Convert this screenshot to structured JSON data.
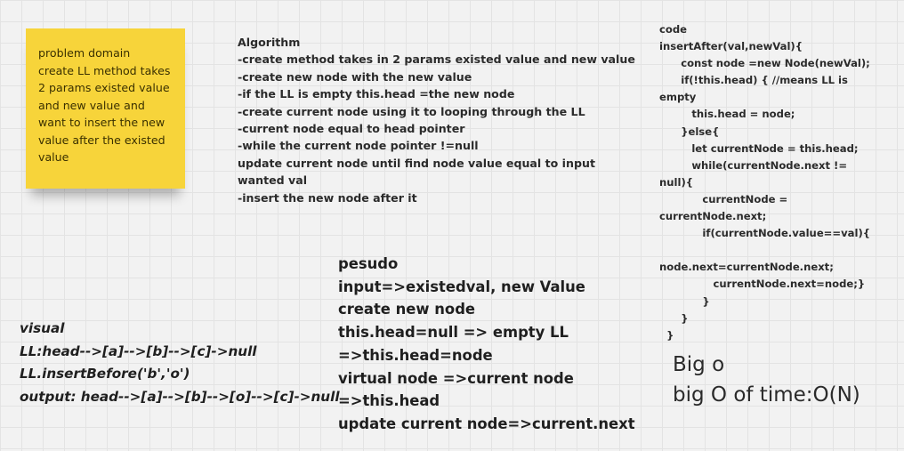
{
  "sticky_note": {
    "text": "problem domain\ncreate LL method takes\n2 params existed value\nand new value and\nwant to insert the new\nvalue after the existed\nvalue",
    "color": "#f7d43a"
  },
  "algorithm": {
    "lines": [
      "Algorithm",
      "-create method takes in 2 params existed value and new value",
      "-create new node with the new value",
      "-if the LL is empty this.head =the new node",
      "-create current node using it to looping through the LL",
      "-current node equal to head pointer",
      "-while the current node pointer !=null",
      "update current node until find node value equal to input",
      "wanted val",
      "-insert the new node after it"
    ]
  },
  "code": {
    "lines": [
      "code",
      "insertAfter(val,newVal){",
      "      const node =new Node(newVal);",
      "      if(!this.head) { //means LL is",
      "empty",
      "         this.head = node;",
      "      }else{",
      "         let currentNode = this.head;",
      "         while(currentNode.next !=",
      "null){",
      "            currentNode =",
      "currentNode.next;",
      "            if(currentNode.value==val){",
      "",
      "node.next=currentNode.next;",
      "               currentNode.next=node;}",
      "            }",
      "      }",
      "  }"
    ]
  },
  "pseudo": {
    "lines": [
      "pesudo",
      "input=>existedval, new Value",
      "create new node",
      "this.head=null => empty LL",
      "=>this.head=node",
      "virtual node =>current node",
      "=>this.head",
      "update current node=>current.next"
    ]
  },
  "visual": {
    "lines": [
      "visual",
      "LL:head-->[a]-->[b]-->[c]->null",
      "LL.insertBefore('b','o')",
      "output: head-->[a]-->[b]-->[o]-->[c]->null"
    ]
  },
  "big_o": {
    "lines": [
      "Big o",
      "big O of time:O(N)"
    ]
  }
}
